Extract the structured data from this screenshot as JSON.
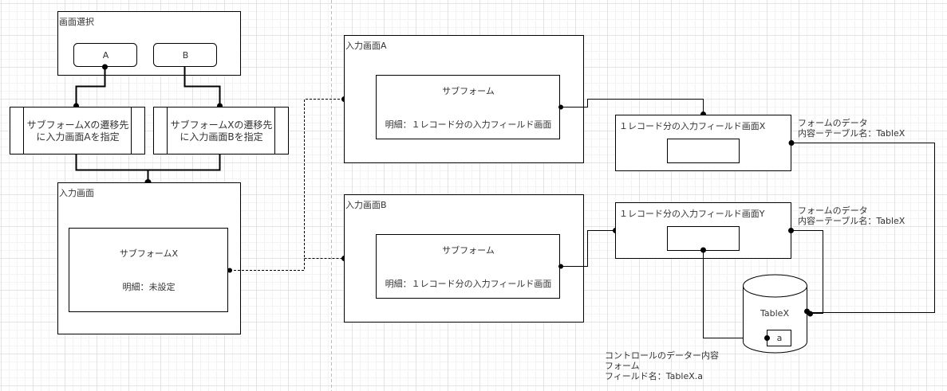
{
  "diagram": {
    "screen_select": {
      "title": "画面選択",
      "button_a": "A",
      "button_b": "B"
    },
    "process_a": {
      "line1": "サブフォームXの遷移先",
      "line2": "に入力画面Aを指定"
    },
    "process_b": {
      "line1": "サブフォームXの遷移先",
      "line2": "に入力画面Bを指定"
    },
    "input_screen": {
      "title": "入力画面",
      "subform_title": "サブフォームX",
      "subform_detail": "明細：未設定"
    },
    "input_screen_a": {
      "title": "入力画面A",
      "subform_title": "サブフォーム",
      "subform_detail": "明細：１レコード分の入力フィールド画面"
    },
    "input_screen_b": {
      "title": "入力画面B",
      "subform_title": "サブフォーム",
      "subform_detail": "明細：１レコード分の入力フィールド画面"
    },
    "field_screen_x": {
      "title": "１レコード分の入力フィールド画面X"
    },
    "field_screen_y": {
      "title": "１レコード分の入力フィールド画面Y"
    },
    "note_form_data_x": {
      "line1": "フォームのデータ",
      "line2": "内容ーテーブル名：TableX"
    },
    "note_form_data_y": {
      "line1": "フォームのデータ",
      "line2": "内容ーテーブル名：TableX"
    },
    "database": {
      "name": "TableX",
      "field": "a"
    },
    "note_control": {
      "line1": "コントロールのデーター内容",
      "line2": "フォーム",
      "line3": "フィールド名：TableX.a"
    }
  }
}
